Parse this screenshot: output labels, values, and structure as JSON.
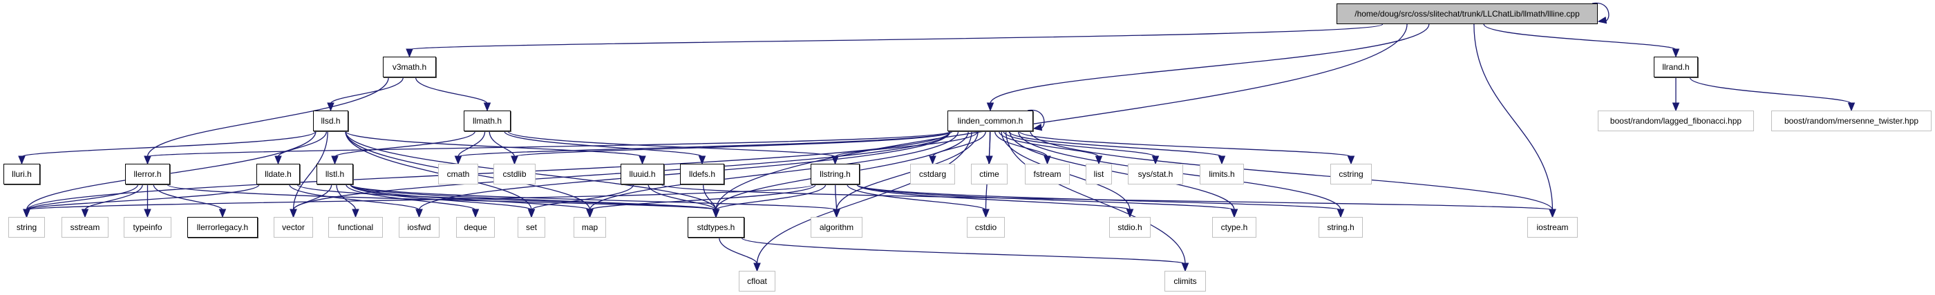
{
  "nodes": {
    "root": "/home/doug/src/oss/slitechat/trunk/LLChatLib/llmath/llline.cpp",
    "v3math": "v3math.h",
    "llrand": "llrand.h",
    "llsd": "llsd.h",
    "llmath": "llmath.h",
    "linden_common": "linden_common.h",
    "lagged": "boost/random/lagged_fibonacci.hpp",
    "mersenne": "boost/random/mersenne_twister.hpp",
    "lluri": "lluri.h",
    "llerror": "llerror.h",
    "lldate": "lldate.h",
    "llstl": "llstl.h",
    "cmath": "cmath",
    "cstdlib": "cstdlib",
    "lluuid": "lluuid.h",
    "lldefs": "lldefs.h",
    "llstring": "llstring.h",
    "cstdarg": "cstdarg",
    "ctime": "ctime",
    "fstream": "fstream",
    "list": "list",
    "sysstat": "sys/stat.h",
    "limits": "limits.h",
    "cstring": "cstring",
    "string": "string",
    "sstream": "sstream",
    "typeinfo": "typeinfo",
    "llerrorlegacy": "llerrorlegacy.h",
    "vector": "vector",
    "functional": "functional",
    "iosfwd": "iosfwd",
    "deque": "deque",
    "set": "set",
    "map": "map",
    "stdtypes": "stdtypes.h",
    "algorithm": "algorithm",
    "cstdio": "cstdio",
    "stdio": "stdio.h",
    "ctype": "ctype.h",
    "string_h": "string.h",
    "iostream": "iostream",
    "cfloat": "cfloat",
    "climits": "climits"
  },
  "edges": [
    [
      "root",
      "v3math"
    ],
    [
      "root",
      "linden_common"
    ],
    [
      "root",
      "llrand"
    ],
    [
      "root",
      "stdtypes"
    ],
    [
      "root",
      "iostream"
    ],
    [
      "root",
      "root"
    ],
    [
      "v3math",
      "llsd"
    ],
    [
      "v3math",
      "llmath"
    ],
    [
      "v3math",
      "llerror"
    ],
    [
      "llrand",
      "lagged"
    ],
    [
      "llrand",
      "mersenne"
    ],
    [
      "llsd",
      "lluri"
    ],
    [
      "llsd",
      "string"
    ],
    [
      "llsd",
      "lldate"
    ],
    [
      "llsd",
      "vector"
    ],
    [
      "llsd",
      "map"
    ],
    [
      "llsd",
      "stdtypes"
    ],
    [
      "llsd",
      "lluuid"
    ],
    [
      "llsd",
      "set"
    ],
    [
      "llmath",
      "cmath"
    ],
    [
      "llmath",
      "cstdlib"
    ],
    [
      "llmath",
      "llstl"
    ],
    [
      "llmath",
      "lldefs"
    ],
    [
      "llmath",
      "llstring"
    ],
    [
      "linden_common",
      "llerror"
    ],
    [
      "linden_common",
      "string"
    ],
    [
      "linden_common",
      "vector"
    ],
    [
      "linden_common",
      "cmath"
    ],
    [
      "linden_common",
      "cstdlib"
    ],
    [
      "linden_common",
      "map"
    ],
    [
      "linden_common",
      "stdtypes"
    ],
    [
      "linden_common",
      "cfloat"
    ],
    [
      "linden_common",
      "llstring"
    ],
    [
      "linden_common",
      "cstdarg"
    ],
    [
      "linden_common",
      "ctime"
    ],
    [
      "linden_common",
      "fstream"
    ],
    [
      "linden_common",
      "list"
    ],
    [
      "linden_common",
      "sysstat"
    ],
    [
      "linden_common",
      "limits"
    ],
    [
      "linden_common",
      "cstring"
    ],
    [
      "linden_common",
      "cstdio"
    ],
    [
      "linden_common",
      "stdio"
    ],
    [
      "linden_common",
      "ctype"
    ],
    [
      "linden_common",
      "string_h"
    ],
    [
      "linden_common",
      "climits"
    ],
    [
      "linden_common",
      "iostream"
    ],
    [
      "linden_common",
      "algorithm"
    ],
    [
      "linden_common",
      "iosfwd"
    ],
    [
      "linden_common",
      "linden_common"
    ],
    [
      "llerror",
      "sstream"
    ],
    [
      "llerror",
      "typeinfo"
    ],
    [
      "llerror",
      "llerrorlegacy"
    ],
    [
      "llerror",
      "stdtypes"
    ],
    [
      "llerror",
      "string"
    ],
    [
      "lldate",
      "string"
    ],
    [
      "lldate",
      "iosfwd"
    ],
    [
      "lldate",
      "stdtypes"
    ],
    [
      "llstl",
      "vector"
    ],
    [
      "llstl",
      "functional"
    ],
    [
      "llstl",
      "deque"
    ],
    [
      "llstl",
      "set"
    ],
    [
      "llstl",
      "map"
    ],
    [
      "llstl",
      "stdtypes"
    ],
    [
      "llstl",
      "algorithm"
    ],
    [
      "lluuid",
      "set"
    ],
    [
      "lluuid",
      "stdtypes"
    ],
    [
      "lluuid",
      "iostream"
    ],
    [
      "lldefs",
      "stdtypes"
    ],
    [
      "llstring",
      "map"
    ],
    [
      "llstring",
      "stdtypes"
    ],
    [
      "llstring",
      "algorithm"
    ],
    [
      "llstring",
      "string"
    ],
    [
      "llstring",
      "cstdio"
    ],
    [
      "llstring",
      "stdio"
    ],
    [
      "llstring",
      "ctype"
    ],
    [
      "llstring",
      "string_h"
    ],
    [
      "stdtypes",
      "cfloat"
    ],
    [
      "stdtypes",
      "climits"
    ]
  ],
  "colors": {
    "edge": "#191970",
    "root_fill": "#bfbfbf",
    "doc_border": "#000000",
    "sys_border": "#c0c0c0"
  }
}
